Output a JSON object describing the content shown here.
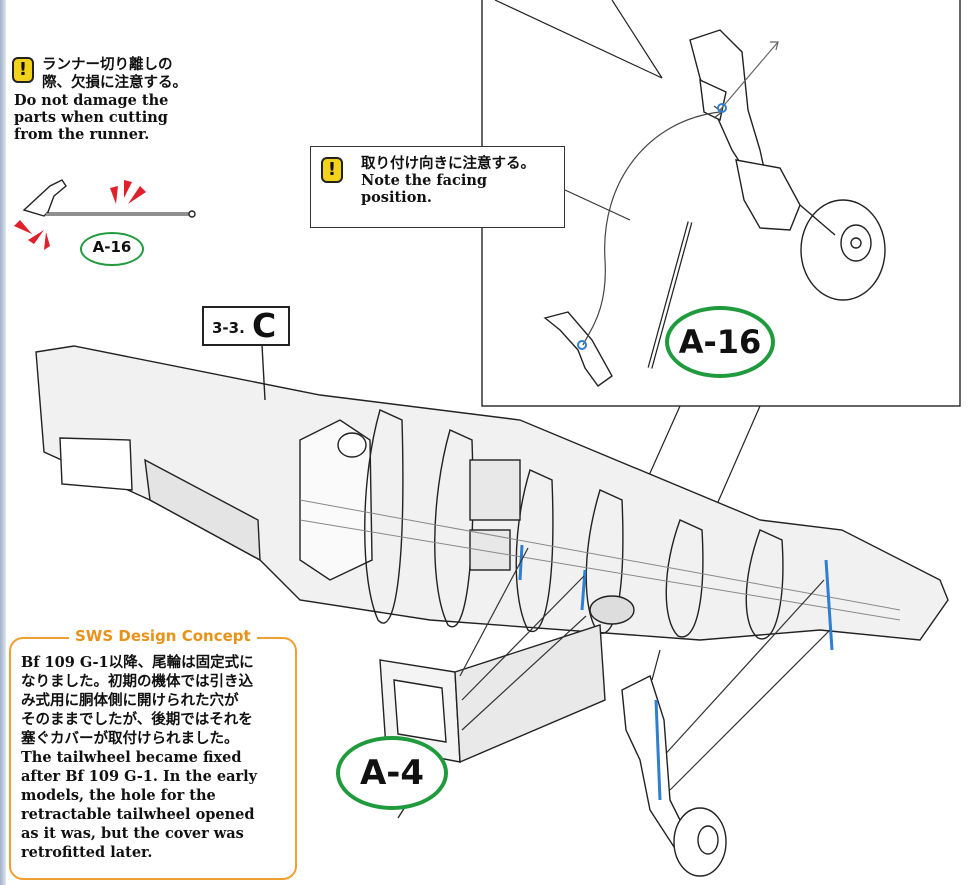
{
  "runner_note": {
    "jp_line1": "ランナー切り離しの",
    "jp_line2": "際、欠損に注意する。",
    "en_lines": [
      "Do not damage the",
      "parts when cutting",
      "from the runner."
    ]
  },
  "facing_note": {
    "jp_line": "取り付け向きに注意する。",
    "en_lines": [
      "Note the facing",
      "position."
    ]
  },
  "caution_symbol": "!",
  "parts": {
    "a16_small": "A-16",
    "a16_large": "A-16",
    "a4": "A-4"
  },
  "step": {
    "number": "3-3.",
    "letter": "C"
  },
  "design_concept": {
    "title": "SWS Design Concept",
    "body_lines": [
      "Bf 109 G-1以降、尾輪は固定式に",
      "なりました。初期の機体では引き込",
      "み式用に胴体側に開けられた穴が",
      "そのままでしたが、後期ではそれを",
      "塞ぐカバーが取付けられました。",
      "The tailwheel became fixed",
      "after Bf 109 G-1. In the early",
      "models, the hole for the",
      "retractable tailwheel opened",
      "as it was, but the cover was",
      "retrofitted later."
    ]
  },
  "colors": {
    "part_circle": "#1f9a3c",
    "concept_accent": "#f0a030",
    "caution": "#f2d21a",
    "alert_marks": "#e0202a",
    "attach_points": "#2f7fd0"
  }
}
